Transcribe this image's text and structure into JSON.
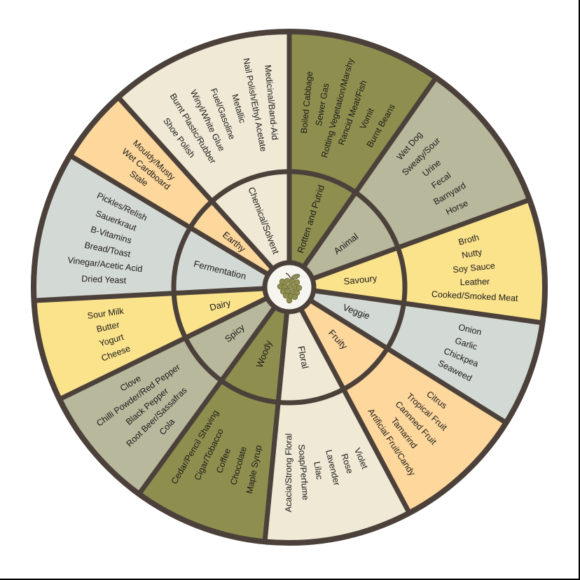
{
  "colors": {
    "border": "#4b413a",
    "olive": "#8e8f4f",
    "grey": "#b8b89d",
    "yellow": "#fbe38c",
    "bluegrey": "#d3d9d4",
    "peach": "#fdd79c",
    "cream": "#efe9d6",
    "center": "#f7f5f0",
    "grape": "#8e8f4f"
  },
  "center_icon": "grapes-icon",
  "categories": [
    {
      "name": "Rotten and Putrid",
      "color": "olive",
      "start": 0,
      "end": 35,
      "aromas": [
        "Boiled Cabbage",
        "Sewer Gas",
        "Rotting Vegetation/Marshy",
        "Rancid Meat/Fish",
        "Vomit",
        "Burnt Beans"
      ]
    },
    {
      "name": "Animal",
      "color": "grey",
      "start": 35,
      "end": 70,
      "aromas": [
        "Wet Dog",
        "Sweaty/Sour",
        "Urine",
        "Fecal",
        "Barnyard",
        "Horse"
      ]
    },
    {
      "name": "Savoury",
      "color": "yellow",
      "start": 70,
      "end": 98,
      "aromas": [
        "Broth",
        "Nutty",
        "Soy Sauce",
        "Leather",
        "Cooked/Smoked Meat"
      ]
    },
    {
      "name": "Veggie",
      "color": "bluegrey",
      "start": 98,
      "end": 122,
      "aromas": [
        "Onion",
        "Garlic",
        "Chickpea",
        "Seaweed"
      ]
    },
    {
      "name": "Fruity",
      "color": "peach",
      "start": 122,
      "end": 152,
      "aromas": [
        "Citrus",
        "Tropical Fruit",
        "Cannned Fruit",
        "Tamarind",
        "Artificial Fruit/Candy"
      ]
    },
    {
      "name": "Floral",
      "color": "cream",
      "start": 152,
      "end": 185.5,
      "aromas": [
        "Violet",
        "Rose",
        "Lavender",
        "Lilac",
        "Soap/Perfume",
        "Acacia/Strong Floral"
      ]
    },
    {
      "name": "Woody",
      "color": "olive",
      "start": 185.5,
      "end": 216,
      "aromas": [
        "Cedar/Pencil Shaving",
        "Cigar/Tobacco",
        "Coffee",
        "Chocolate",
        "Maple Syrup"
      ]
    },
    {
      "name": "Spicy",
      "color": "grey",
      "start": 216,
      "end": 244,
      "aromas": [
        "Clove",
        "Chilli Powder/Red Pepper",
        "Black Pepper",
        "Root Beer/Sassafras",
        "Cola"
      ]
    },
    {
      "name": "Dairy",
      "color": "yellow",
      "start": 244,
      "end": 267,
      "aromas": [
        "Sour Milk",
        "Butter",
        "Yogurt",
        "Cheese"
      ]
    },
    {
      "name": "Fermentation",
      "color": "bluegrey",
      "start": 267,
      "end": 301,
      "aromas": [
        "Pickles/Relish",
        "Sauerkraut",
        "B-Vitamins",
        "Bread/Toast",
        "Vinegar/Acetic Acid",
        "Dried Yeast"
      ]
    },
    {
      "name": "Earthy",
      "color": "peach",
      "start": 301,
      "end": 318,
      "aromas": [
        "Mouldy/Musty",
        "Wet Cardboard",
        "Stale"
      ]
    },
    {
      "name": "Chemical/Solvent",
      "color": "cream",
      "start": 318,
      "end": 360,
      "aromas": [
        "Medicinal/Band-Aid",
        "Nail Polish/Ethyl Acetate",
        "Metallic",
        "Fuel/Gasoline",
        "Winyl/White Glue",
        "Burnt Plastic/Rubber",
        "Shoe Polish"
      ]
    }
  ]
}
